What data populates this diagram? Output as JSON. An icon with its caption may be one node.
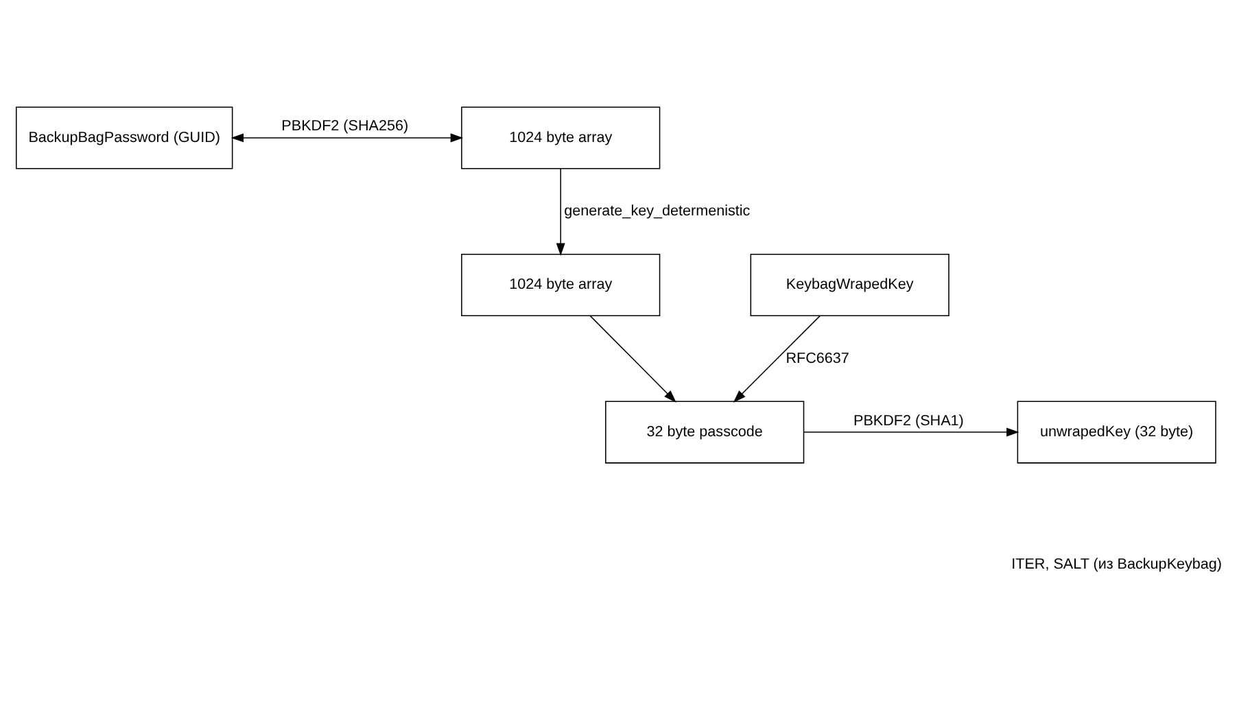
{
  "diagram": {
    "nodes": [
      {
        "text": [
          "BackupBagPassword (GUID)"
        ]
      },
      {
        "text": [
          "1024 byte array"
        ]
      },
      {
        "text": [
          "1024 byte array"
        ]
      },
      {
        "text": [
          "KeybagWrapedKey"
        ]
      },
      {
        "text": [
          "32 byte passcode"
        ]
      },
      {
        "text": [
          "unwrapedKey (32 byte)"
        ]
      }
    ],
    "edges": [
      {
        "from": 0,
        "to": 1,
        "arrow": "both",
        "label": "PBKDF2 (SHA256)"
      },
      {
        "from": 1,
        "to": 2,
        "arrow": "to",
        "label": "generate_key_determenistic"
      },
      {
        "from": 2,
        "to": 4,
        "arrow": "to"
      },
      {
        "from": 3,
        "to": 4,
        "arrow": "to",
        "label": "RFC6637"
      },
      {
        "from": 4,
        "to": 5,
        "arrow": "to",
        "label": "PBKDF2 (SHA1)"
      }
    ],
    "labels": [
      "ITER, SALT (из BackupKeybag)"
    ]
  }
}
